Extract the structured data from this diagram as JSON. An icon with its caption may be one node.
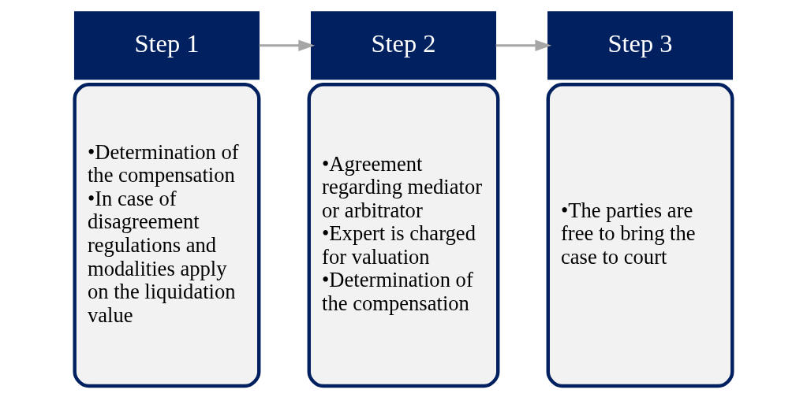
{
  "diagram": {
    "nodes": [
      {
        "text": [
          "Step 1"
        ]
      },
      {
        "text": [
          "•Determination of the compensation",
          "•In case of disagreement regulations and modalities apply on the liquidation value"
        ]
      },
      {
        "text": [
          "Step 2"
        ]
      },
      {
        "text": [
          "•Agreement regarding mediator or arbitrator",
          "•Expert is charged for valuation",
          "•Determination of the compensation"
        ]
      },
      {
        "text": [
          "Step 3"
        ]
      },
      {
        "text": [
          "•The parties are free to bring the case to court"
        ]
      }
    ],
    "edges": [
      {
        "from": 0,
        "to": 2,
        "arrow": "to"
      },
      {
        "from": 2,
        "to": 4,
        "arrow": "to"
      }
    ]
  }
}
